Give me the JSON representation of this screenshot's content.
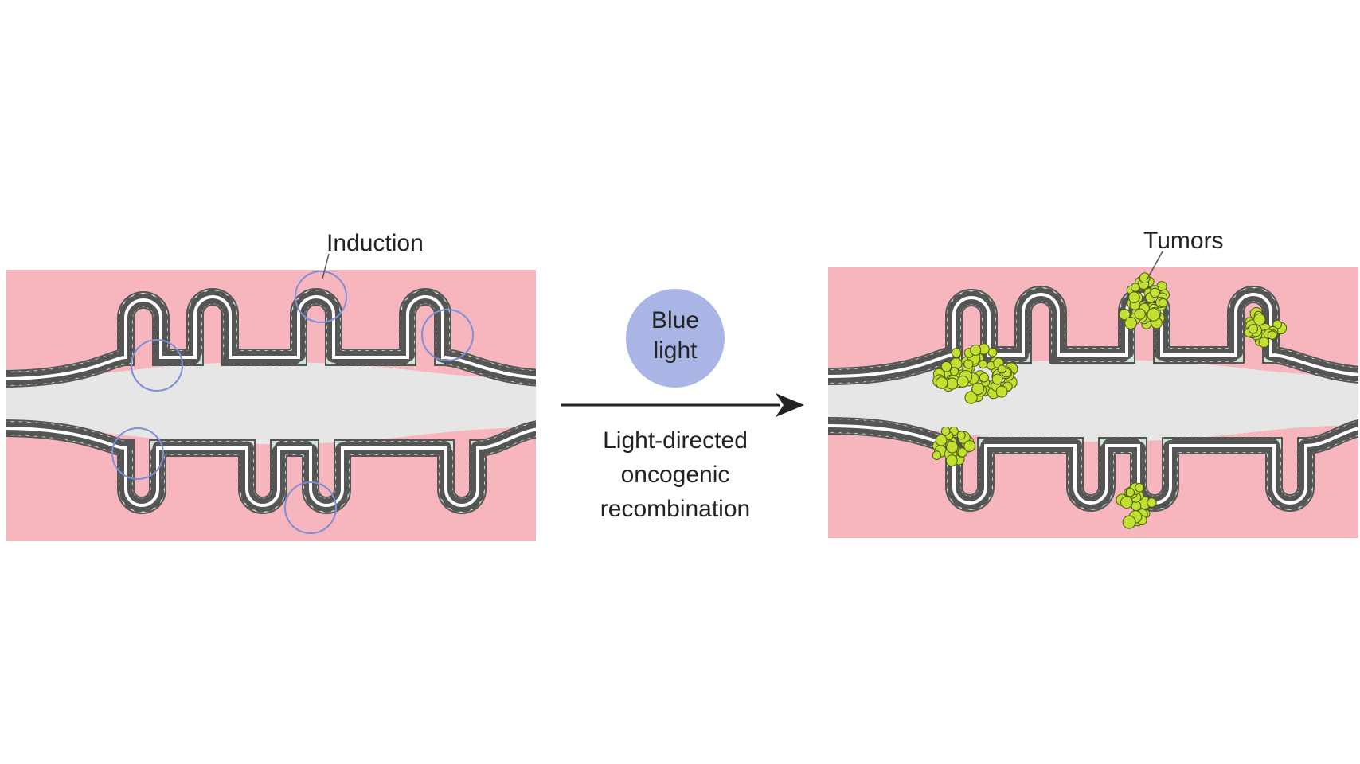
{
  "labels": {
    "induction": "Induction",
    "tumors": "Tumors",
    "light_line1": "Blue",
    "light_line2": "light",
    "process_line1": "Light-directed",
    "process_line2": "oncogenic",
    "process_line3": "recombination"
  },
  "colors": {
    "stroma": "#f7b6bd",
    "lumen": "#e6e6e6",
    "crypt_cell": "#cfe6d6",
    "villus_cell": "#ffffff",
    "outline": "#555555",
    "induction_circle": "#7d8fd8",
    "light_disc": "#a9b5e4",
    "tumor": "#c2e030",
    "arrow": "#222222"
  }
}
